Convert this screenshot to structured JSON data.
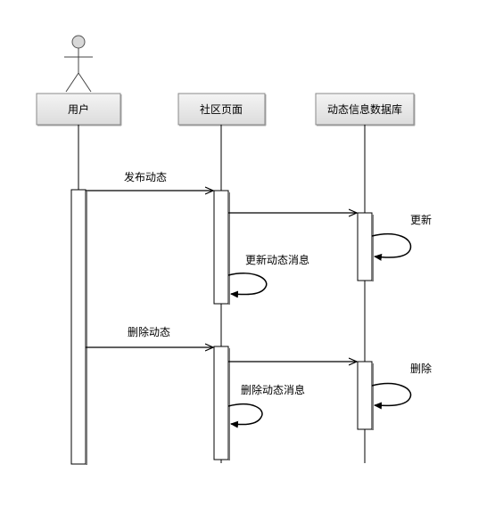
{
  "participants": [
    {
      "id": "user",
      "label": "用户",
      "is_actor": true
    },
    {
      "id": "community",
      "label": "社区页面",
      "is_actor": false
    },
    {
      "id": "db",
      "label": "动态信息数据库",
      "is_actor": false
    }
  ],
  "messages": [
    {
      "id": "m1",
      "from": "user",
      "to": "community",
      "label": "发布动态"
    },
    {
      "id": "m2",
      "from": "community",
      "to": "db",
      "label": ""
    },
    {
      "id": "m3",
      "self": "db",
      "label": "更新"
    },
    {
      "id": "m4",
      "self": "community",
      "label": "更新动态消息"
    },
    {
      "id": "m5",
      "from": "user",
      "to": "community",
      "label": "删除动态"
    },
    {
      "id": "m6",
      "from": "community",
      "to": "db",
      "label": ""
    },
    {
      "id": "m7",
      "self": "db",
      "label": "删除"
    },
    {
      "id": "m8",
      "self": "community",
      "label": "删除动态消息"
    }
  ]
}
